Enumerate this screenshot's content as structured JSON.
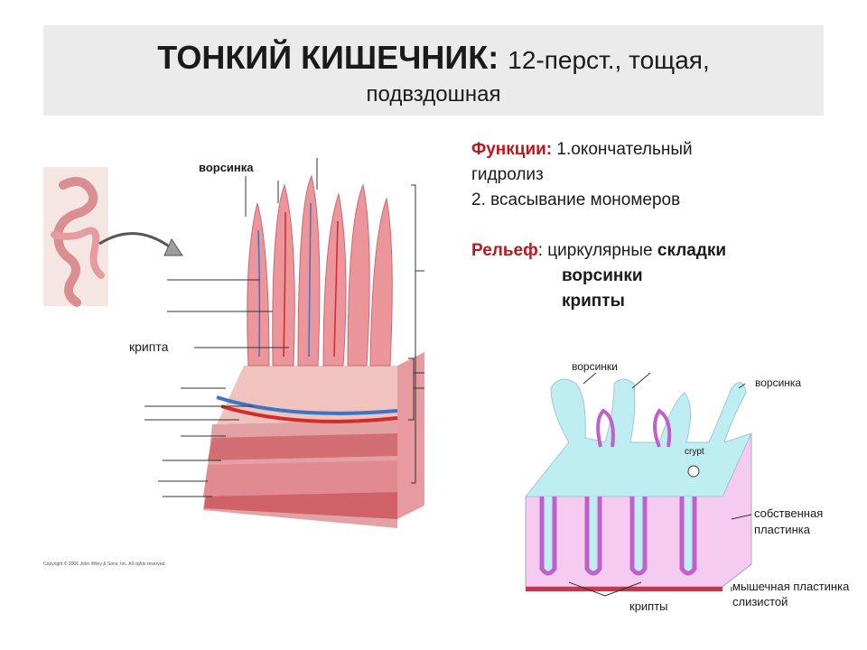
{
  "title": {
    "bold": "ТОНКИЙ КИШЕЧНИК:",
    "rest": "12-перст., тощая,",
    "line2": "подвздошная"
  },
  "functions": {
    "head": "Функции:",
    "item1a": "1.окончательный",
    "item1b": "гидролиз",
    "item2": "2. всасывание мономеров"
  },
  "relief": {
    "head": "Рельеф",
    "colon_text": ": циркулярные",
    "folds": "складки",
    "villi": "ворсинки",
    "crypts": "крипты"
  },
  "left_figure": {
    "label_villus": "ворсинка",
    "label_crypt": "крипта",
    "copyright": "Copyright © 2006 John Wiley & Sons, Inc. All rights reserved."
  },
  "right_figure": {
    "label_villi": "ворсинки",
    "label_villus": "ворсинка",
    "label_crypt_en": "crypt",
    "label_lamina_propria_1": "собственная",
    "label_lamina_propria_2": "пластинка",
    "label_muscularis_1": "мышечная пластинка",
    "label_muscularis_2": "слизистой",
    "label_crypts": "крипты"
  },
  "colors": {
    "title_bg": "#ebebeb",
    "accent_red": "#c0151b",
    "tissue_pink": "#e8848a",
    "villi_cyan": "#bfeef2",
    "lamina_pink": "#f4c4f0",
    "crypt_magenta": "#c060c8"
  }
}
